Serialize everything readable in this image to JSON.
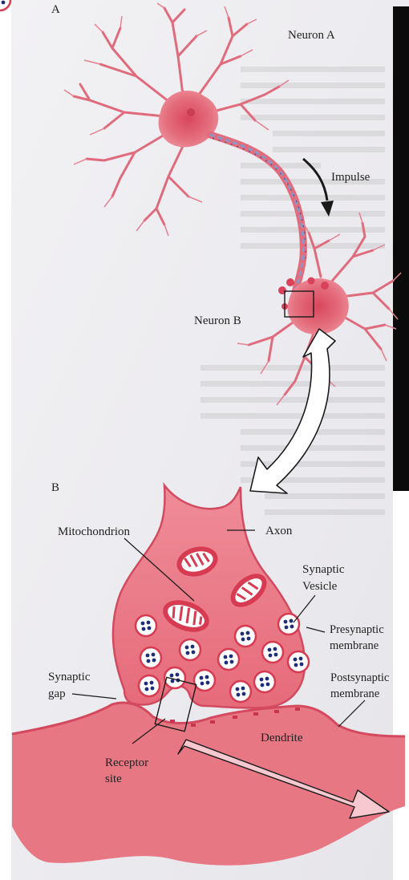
{
  "panel_a": {
    "letter": "A",
    "neuron_a": "Neuron A",
    "impulse": "Impulse",
    "neuron_b": "Neuron B"
  },
  "panel_b": {
    "letter": "B",
    "axon": "Axon",
    "mitochondrion": "Mitochondrion",
    "synaptic_vesicle": [
      "Synaptic",
      "Vesicle"
    ],
    "presynaptic_membrane": [
      "Presynaptic",
      "membrane"
    ],
    "synaptic_gap": [
      "Synaptic",
      "gap"
    ],
    "postsynaptic_membrane": [
      "Postsynaptic",
      "membrane"
    ],
    "dendrite": "Dendrite",
    "receptor_site": [
      "Receptor",
      "site"
    ]
  },
  "colors": {
    "paper": "#efeef1",
    "tissue": "#e05d6e",
    "tissue_light": "#ee8d98",
    "tissue_dark": "#c63c52",
    "myelin": "#6a8fc8",
    "vesicle_dot": "#1e2c7a",
    "dark_band": "#0b0b0b"
  }
}
